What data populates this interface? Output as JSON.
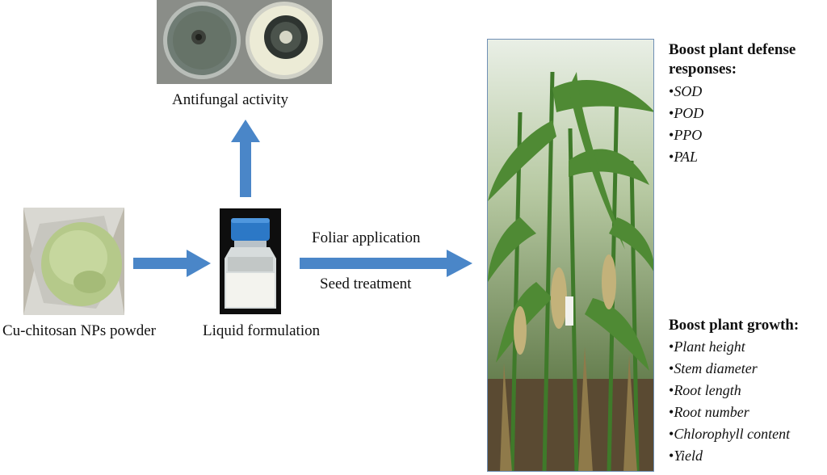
{
  "labels": {
    "antifungal": "Antifungal activity",
    "powder": "Cu-chitosan NPs powder",
    "liquid": "Liquid formulation",
    "foliar": "Foliar application",
    "seed": "Seed treatment"
  },
  "defense": {
    "title_line1": "Boost plant  defense",
    "title_line2": "responses:",
    "items": [
      "SOD",
      "POD",
      "PPO",
      "PAL"
    ]
  },
  "growth": {
    "title": "Boost plant growth:",
    "items": [
      "Plant height",
      "Stem diameter",
      "Root length",
      "Root number",
      "Chlorophyll content",
      "Yield"
    ]
  },
  "bullet_char": "•",
  "colors": {
    "arrow": "#4a86c8",
    "powder_green": "#b5c98a",
    "foil": "#c9c7c0",
    "cap_blue": "#2c78c6",
    "liquid": "#efefe8",
    "corn_green": "#4f7d2f",
    "petri_bg": "#8c8f8a"
  }
}
